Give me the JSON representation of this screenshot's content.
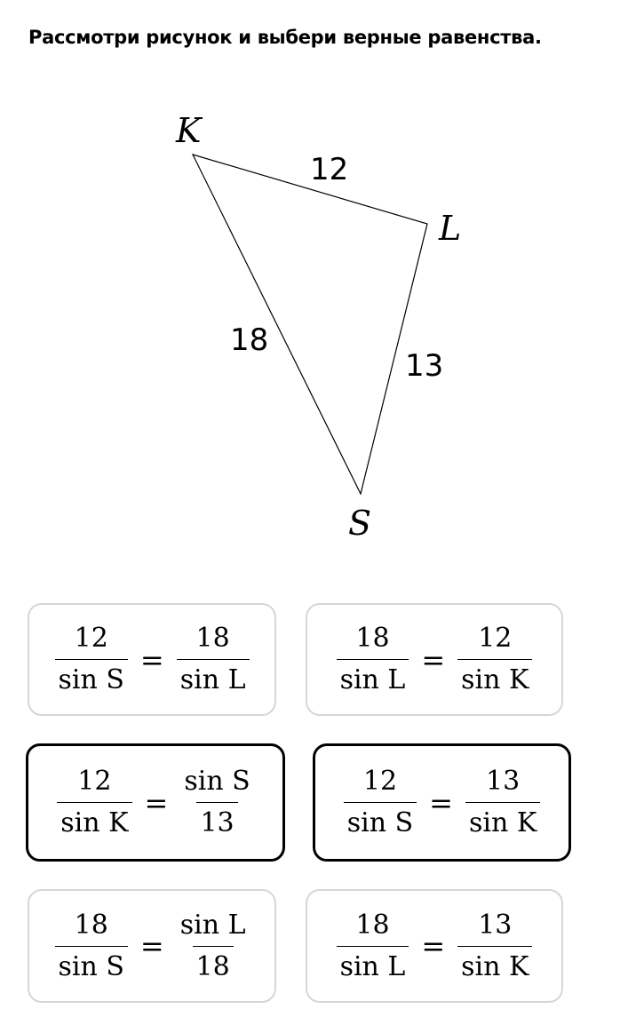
{
  "title": "Рассмотри рисунок и выбери верные равенства.",
  "figure": {
    "vertices": {
      "K": "K",
      "L": "L",
      "S": "S"
    },
    "sides": {
      "KL": "12",
      "KS": "18",
      "LS": "13"
    }
  },
  "options": [
    {
      "left": {
        "num": "12",
        "den": "sin S"
      },
      "eq": "=",
      "right": {
        "num": "18",
        "den": "sin L"
      },
      "selected": false
    },
    {
      "left": {
        "num": "18",
        "den": "sin L"
      },
      "eq": "=",
      "right": {
        "num": "12",
        "den": "sin K"
      },
      "selected": false
    },
    {
      "left": {
        "num": "12",
        "den": "sin K"
      },
      "eq": "=",
      "right": {
        "num": "sin S",
        "den": "13"
      },
      "selected": true
    },
    {
      "left": {
        "num": "12",
        "den": "sin S"
      },
      "eq": "=",
      "right": {
        "num": "13",
        "den": "sin K"
      },
      "selected": true
    },
    {
      "left": {
        "num": "18",
        "den": "sin S"
      },
      "eq": "=",
      "right": {
        "num": "sin L",
        "den": "18"
      },
      "selected": false
    },
    {
      "left": {
        "num": "18",
        "den": "sin L"
      },
      "eq": "=",
      "right": {
        "num": "13",
        "den": "sin K"
      },
      "selected": false
    }
  ]
}
